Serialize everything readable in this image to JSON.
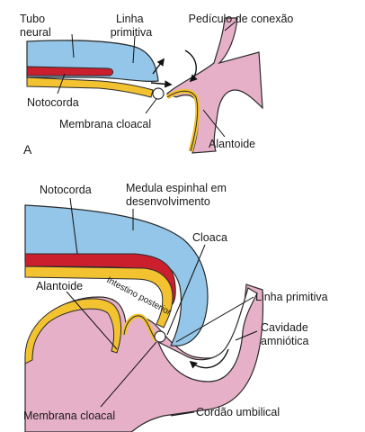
{
  "panel_a": {
    "panel_letter": "A",
    "labels": {
      "tubo_neural": [
        "Tubo",
        "neural"
      ],
      "linha_primitiva": [
        "Linha",
        "primitiva"
      ],
      "pediculo": "Pedículo de conexão",
      "notocorda": "Notocorda",
      "membrana_cloacal": "Membrana cloacal",
      "alantoide": "Alantoide"
    }
  },
  "panel_b": {
    "labels": {
      "notocorda": "Notocorda",
      "medula": [
        "Medula espinhal em",
        "desenvolvimento"
      ],
      "cloaca": "Cloaca",
      "alantoide": "Alantoide",
      "intestino": "Intestino posterior",
      "linha_primitiva": "Linha primitiva",
      "cavidade": [
        "Cavidade",
        "amniótica"
      ],
      "membrana_cloacal": "Membrana cloacal",
      "cordao": "Cordão umbilical"
    }
  },
  "colors": {
    "neural_tube": "#93c6e8",
    "notochord": "#cc1f2e",
    "endoderm_yellow": "#f2c230",
    "allantois_pink": "#e6b0c8",
    "outline": "#2a2a2a"
  }
}
